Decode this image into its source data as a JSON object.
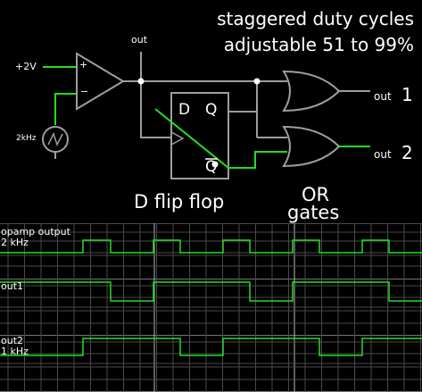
{
  "description": {
    "line1": "staggered duty cycles",
    "line2": "adjustable 51 to 99%"
  },
  "circuit": {
    "opamp_probe_label": "out",
    "source_label": "+2V",
    "clock_label": "2kHz",
    "opamp_plus": "+",
    "opamp_minus": "−",
    "ff_d": "D",
    "ff_q": "Q",
    "ff_qbar": "Q",
    "ff_caption": "D flip flop",
    "or_caption_1": "OR",
    "or_caption_2": "gates",
    "out1_label": "out",
    "out1_num": "1",
    "out2_label": "out",
    "out2_num": "2"
  },
  "scope": {
    "traces": [
      {
        "label_1": "opamp output",
        "label_2": "2 kHz"
      },
      {
        "label_1": "out1",
        "label_2": ""
      },
      {
        "label_1": "out2",
        "label_2": "1 kHz"
      }
    ]
  },
  "colors": {
    "background": "#000000",
    "wire": "#9e9e9e",
    "active_wire": "#22dd22",
    "trace": "#22dd22",
    "grid": "#4a4a4a",
    "text": "#ffffff"
  }
}
